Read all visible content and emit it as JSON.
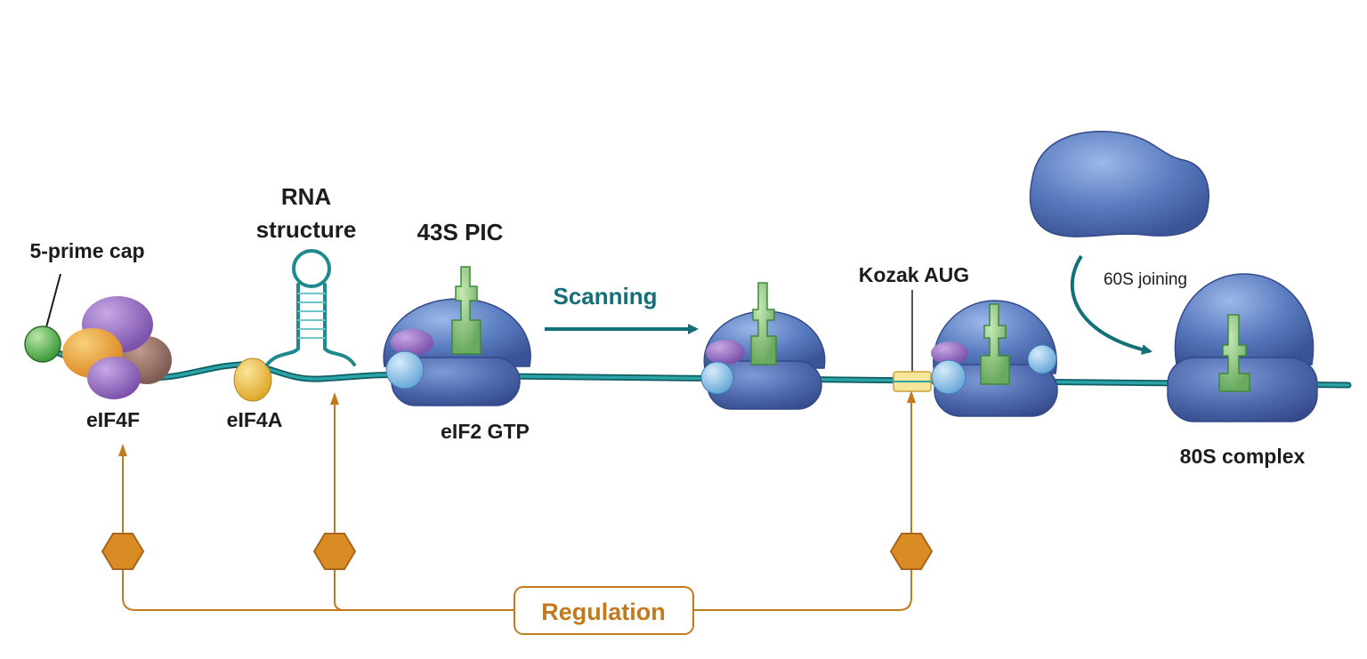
{
  "labels": {
    "cap": "5-prime cap",
    "rna_structure_1": "RNA",
    "rna_structure_2": "structure",
    "pic": "43S PIC",
    "scanning": "Scanning",
    "kozak": "Kozak AUG",
    "joining": "60S joining",
    "eif4f": "eIF4F",
    "eif4a": "eIF4A",
    "eif2": "eIF2 GTP",
    "complex80s": "80S complex",
    "regulation": "Regulation"
  },
  "colors": {
    "mrna": "#1f8a8e",
    "ribosome": "#4e6fb0",
    "trna": "#7fbf7f",
    "regulation": "#c27a1d",
    "arrow": "#136f78"
  }
}
